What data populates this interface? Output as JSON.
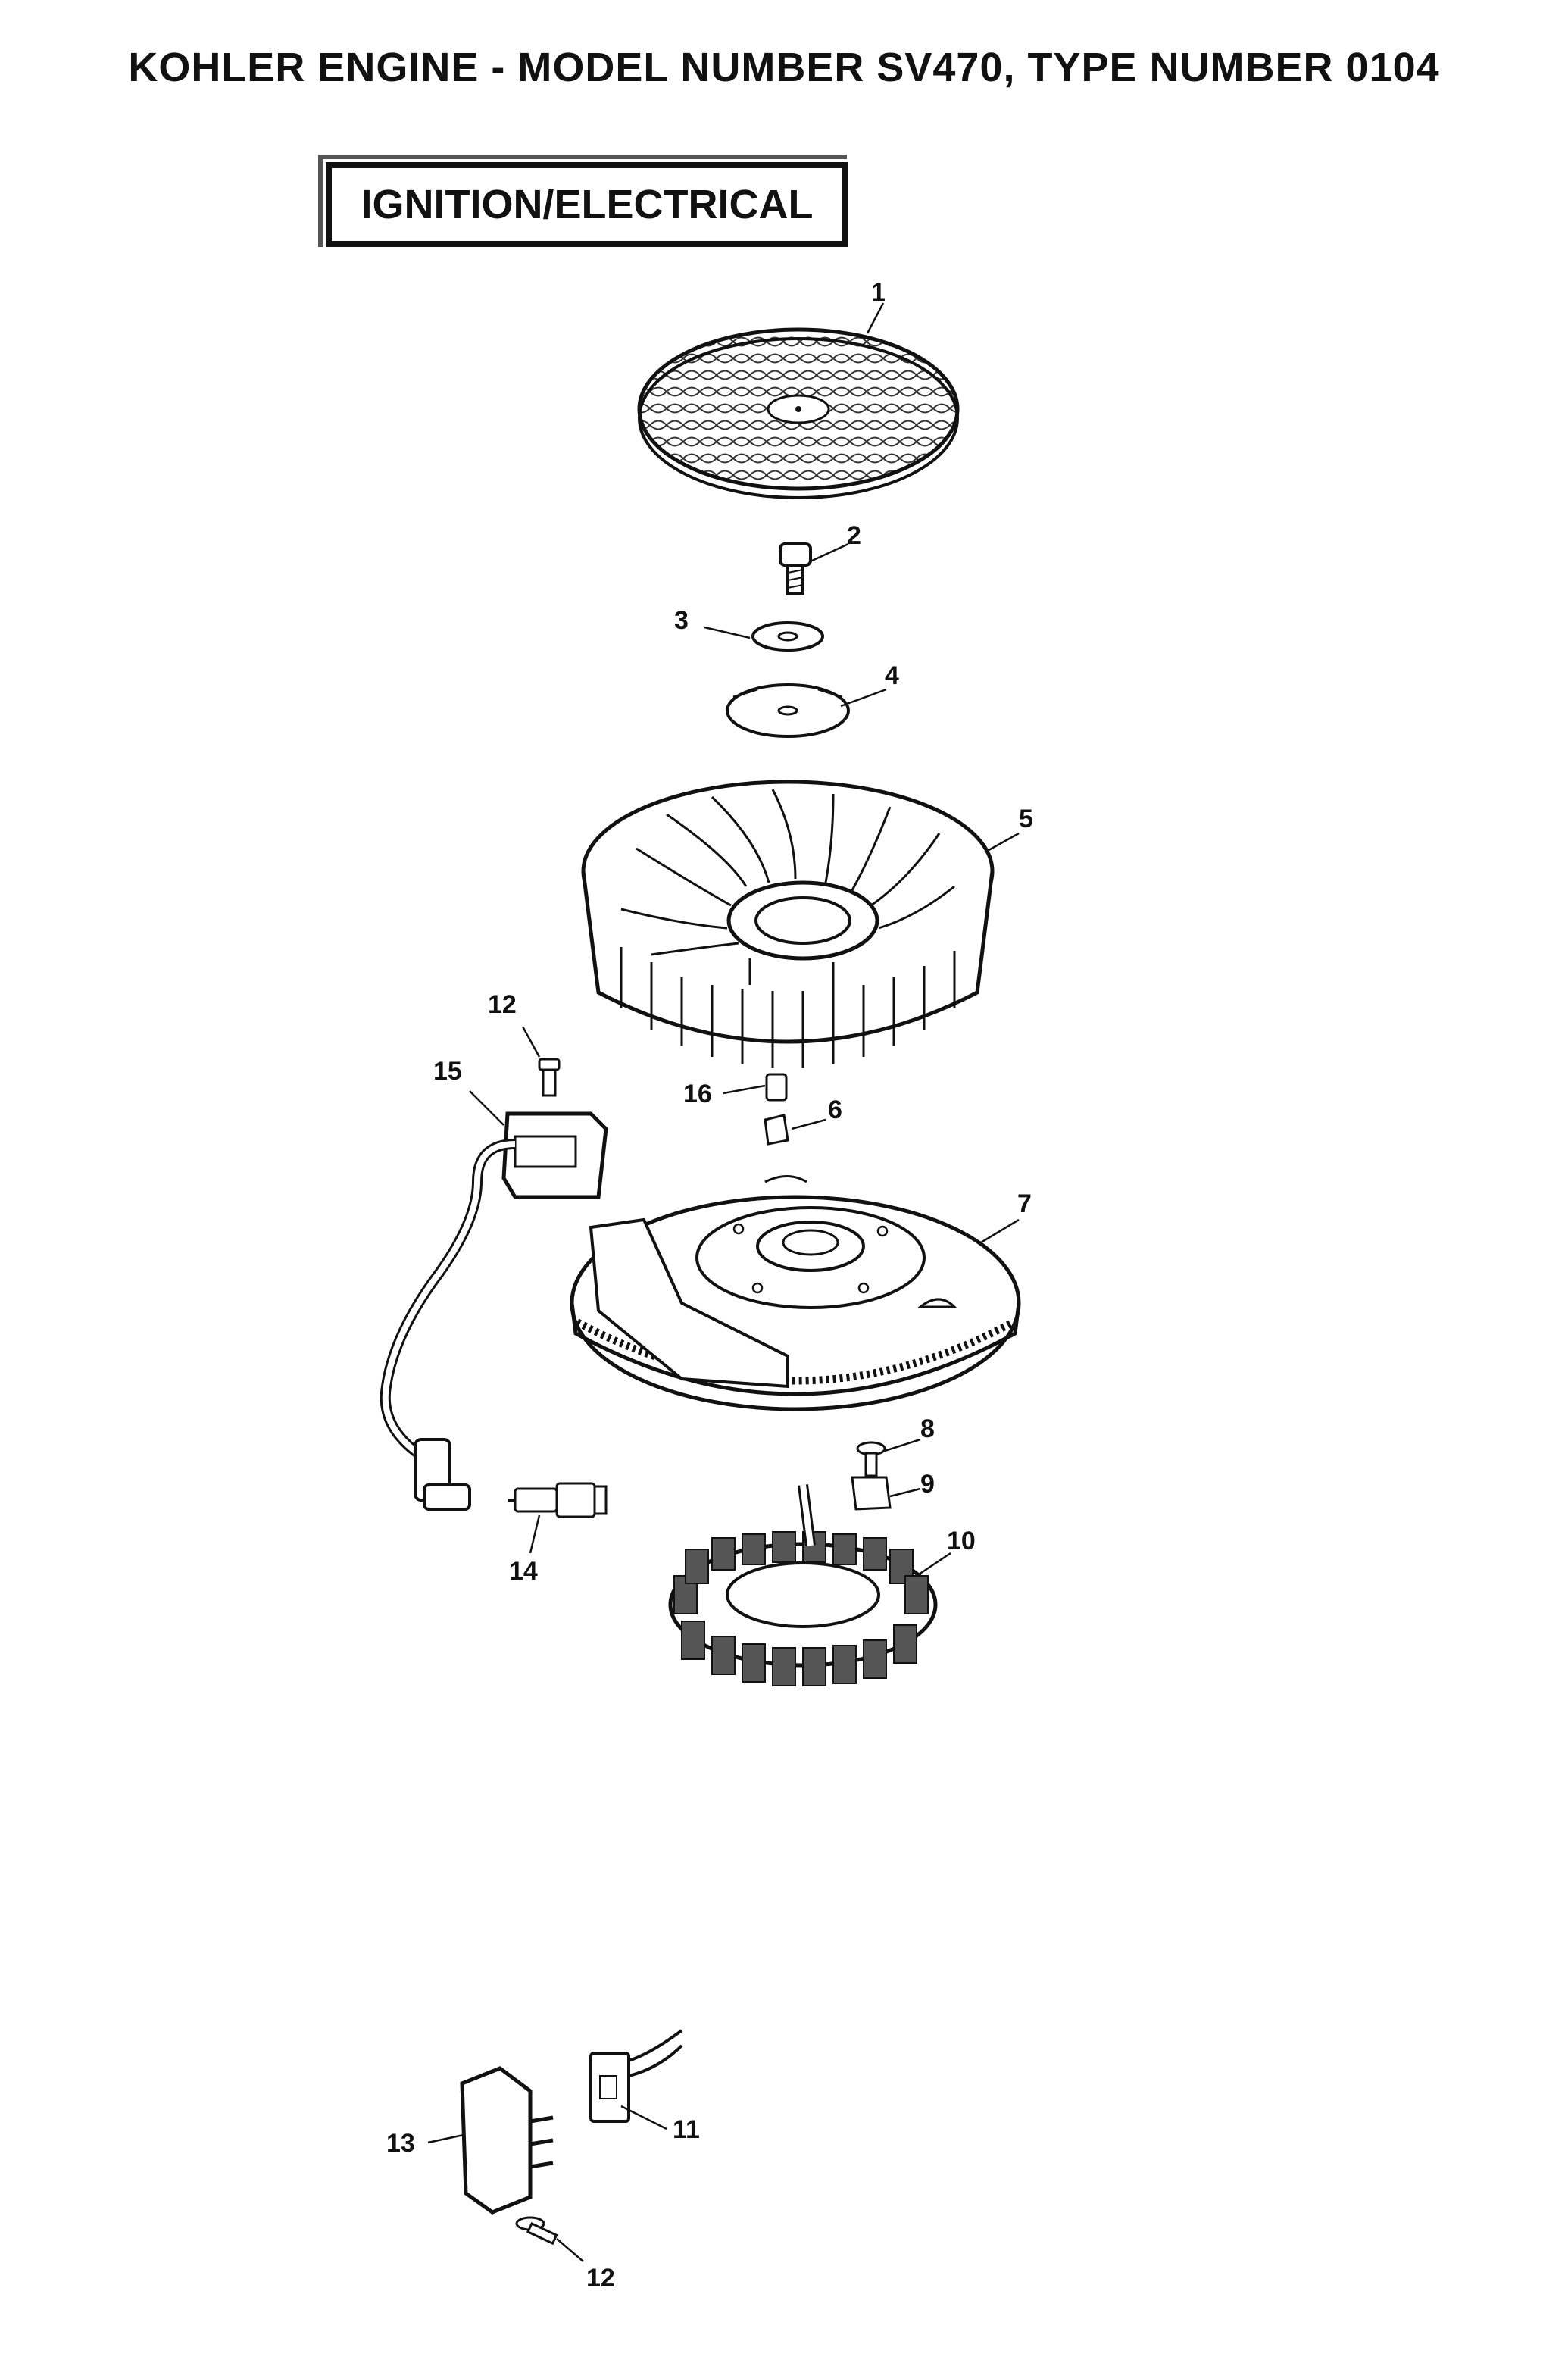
{
  "header": {
    "title": "KOHLER ENGINE - MODEL NUMBER SV470, TYPE NUMBER 0104"
  },
  "section": {
    "title": "IGNITION/ELECTRICAL"
  },
  "callouts": {
    "c1": "1",
    "c2": "2",
    "c3": "3",
    "c4": "4",
    "c5": "5",
    "c6": "6",
    "c7": "7",
    "c8": "8",
    "c9": "9",
    "c10": "10",
    "c11": "11",
    "c12a": "12",
    "c12b": "12",
    "c13": "13",
    "c14": "14",
    "c15": "15",
    "c16": "16"
  },
  "parts": [
    {
      "ref": "1",
      "icon": "fan-grille-icon"
    },
    {
      "ref": "2",
      "icon": "bolt-icon"
    },
    {
      "ref": "3",
      "icon": "washer-icon"
    },
    {
      "ref": "4",
      "icon": "retainer-plate-icon"
    },
    {
      "ref": "5",
      "icon": "fan-icon"
    },
    {
      "ref": "6",
      "icon": "key-icon"
    },
    {
      "ref": "7",
      "icon": "flywheel-icon"
    },
    {
      "ref": "8",
      "icon": "screw-icon"
    },
    {
      "ref": "9",
      "icon": "clip-icon"
    },
    {
      "ref": "10",
      "icon": "stator-icon"
    },
    {
      "ref": "11",
      "icon": "connector-icon"
    },
    {
      "ref": "12",
      "icon": "screw-icon"
    },
    {
      "ref": "13",
      "icon": "rectifier-icon"
    },
    {
      "ref": "14",
      "icon": "spark-plug-icon"
    },
    {
      "ref": "15",
      "icon": "ignition-module-icon"
    },
    {
      "ref": "16",
      "icon": "key-icon"
    }
  ]
}
